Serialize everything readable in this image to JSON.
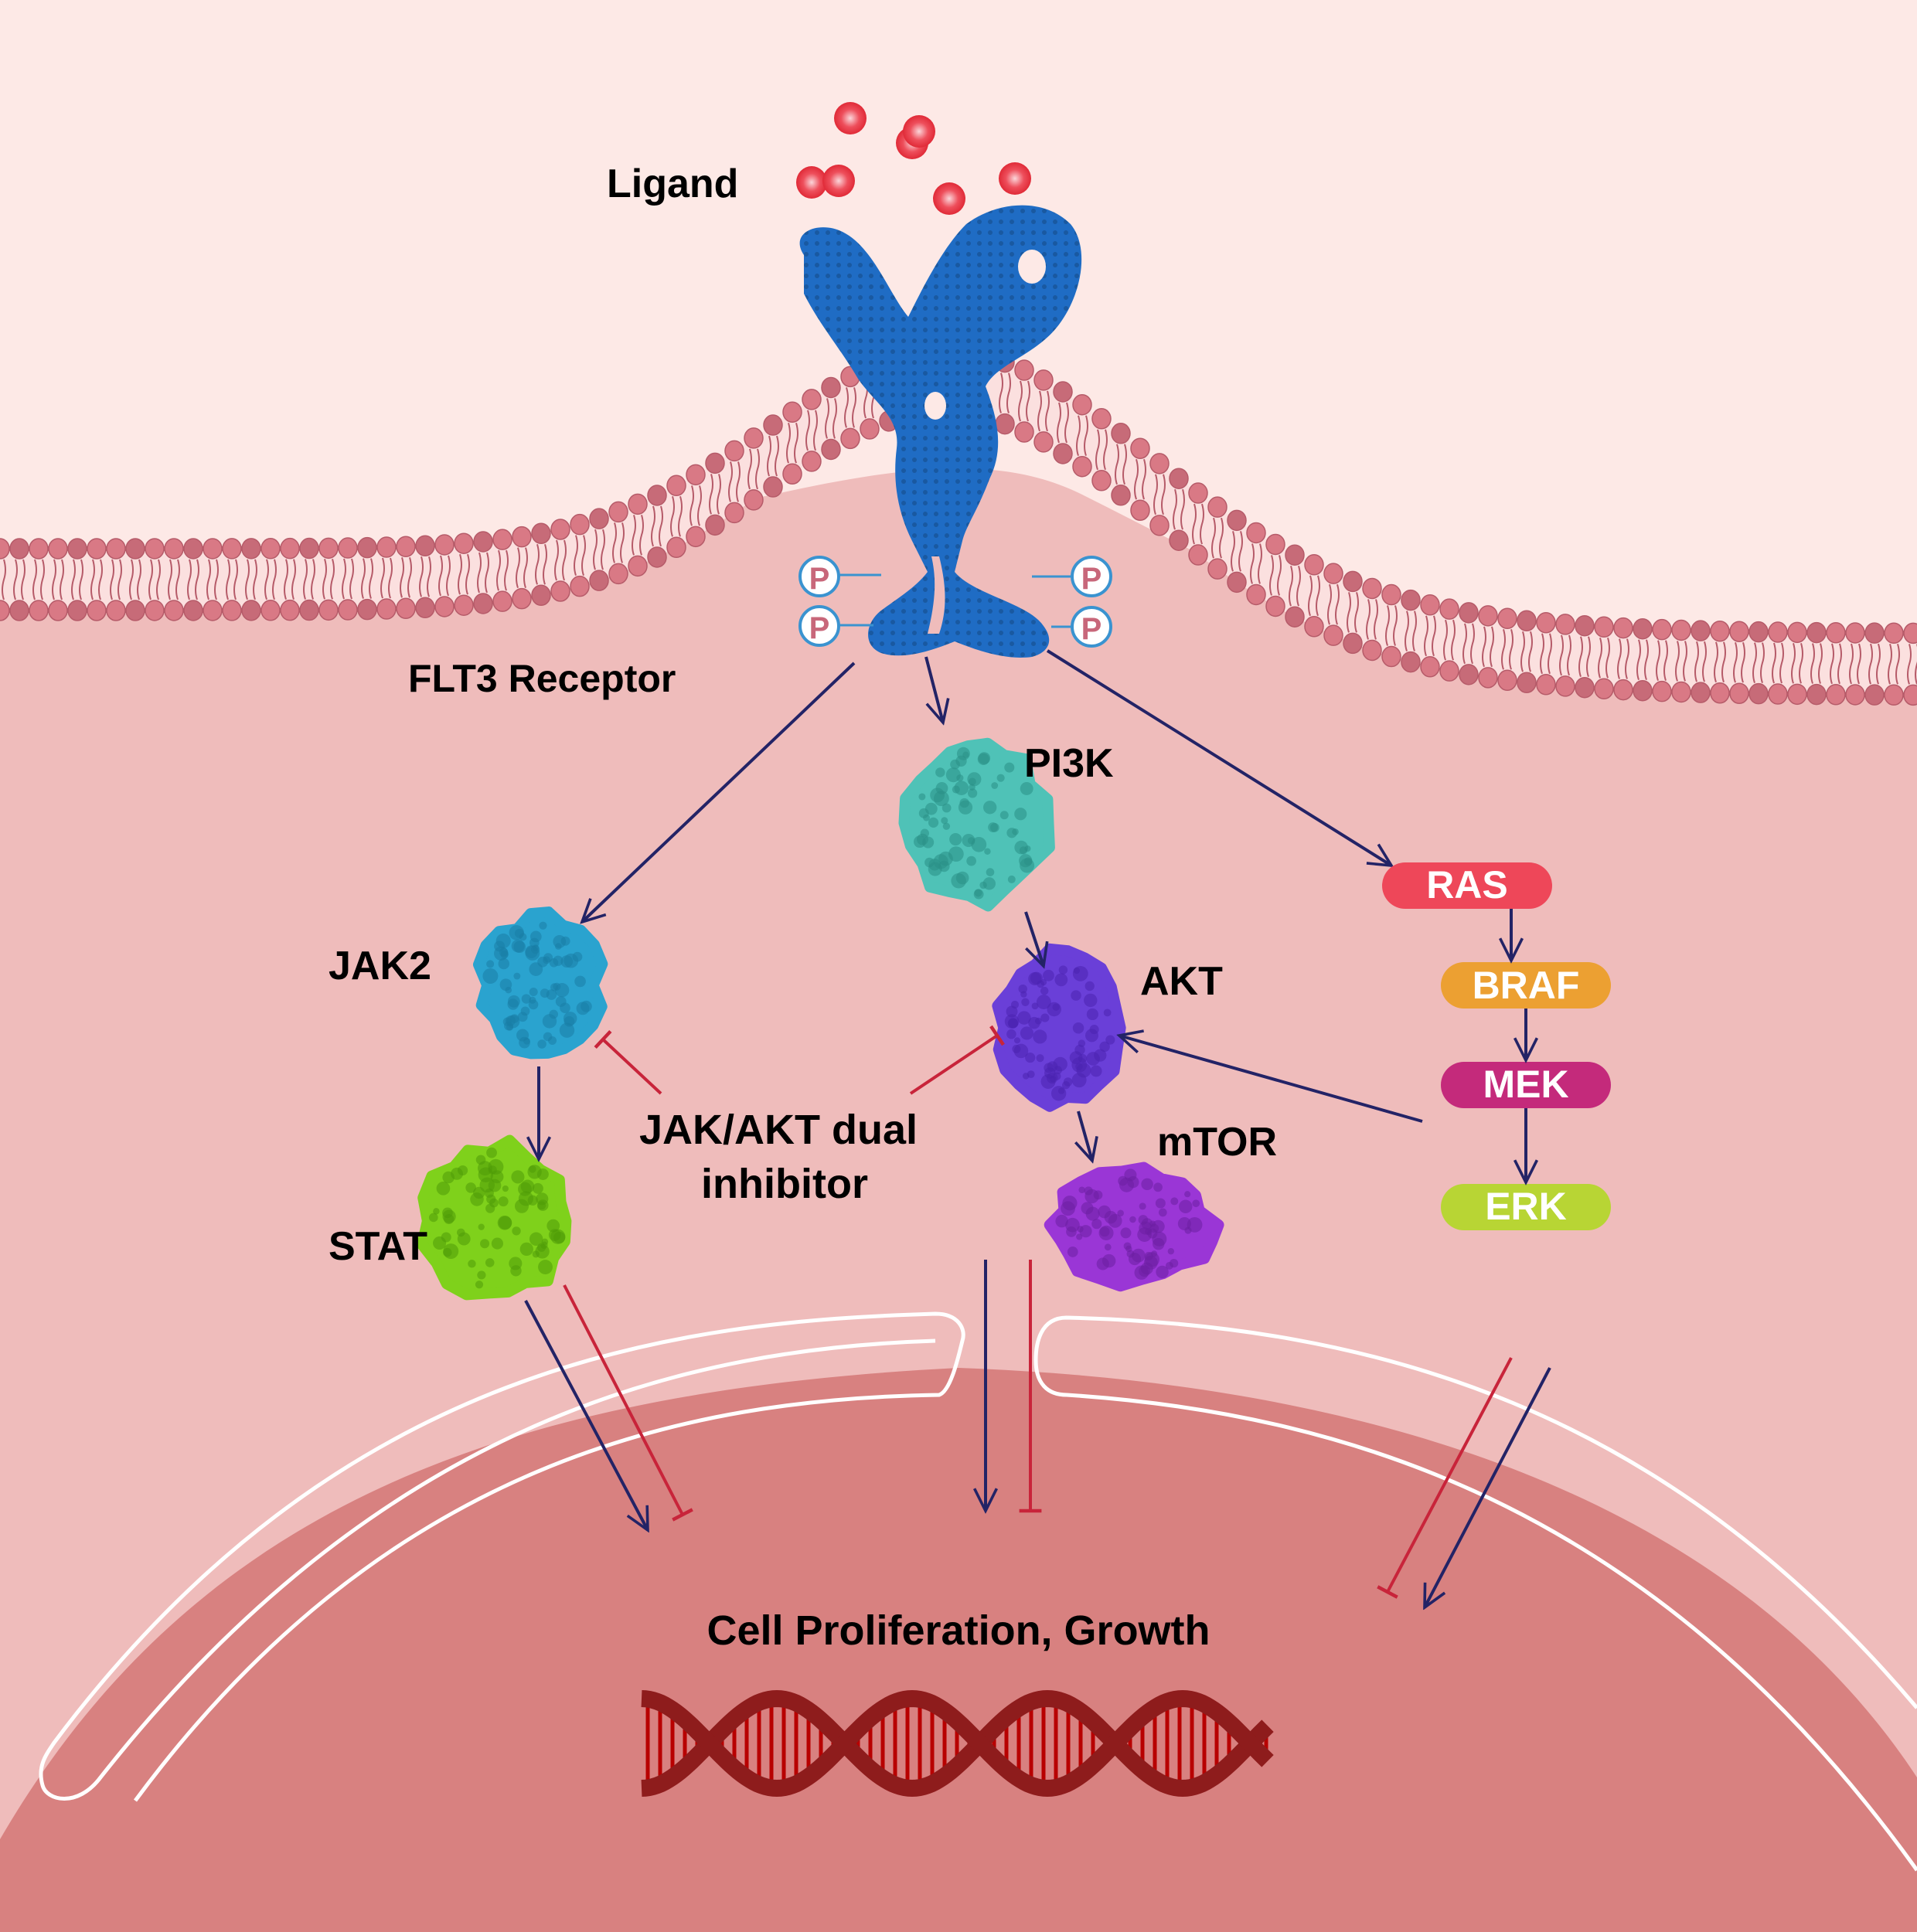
{
  "title": "FLT3 signaling pathway with JAK/AKT dual inhibitor",
  "colors": {
    "extracellular": "#fde9e6",
    "cytoplasm": "#efbcbb",
    "nucleus": "#d88180",
    "membrane_head": "#d97985",
    "membrane_head_dark": "#c76b78",
    "receptor": "#1f6cc4",
    "ligand": "#e8333f",
    "activation_arrow": "#232366",
    "inhibition_arrow": "#c8243a",
    "phospho_ring": "#3a93d0",
    "dna_backbone": "#8e1c1c",
    "dna_rungs": "#b80000"
  },
  "labels": {
    "ligand": "Ligand",
    "receptor": "FLT3 Receptor",
    "pi3k": "PI3K",
    "jak2": "JAK2",
    "akt": "AKT",
    "stat": "STAT",
    "mtor": "mTOR",
    "inhibitor_line1": "JAK/AKT dual",
    "inhibitor_line2": "inhibitor",
    "outcome": "Cell Proliferation, Growth"
  },
  "phospho_label": "P",
  "mapk_cascade": [
    {
      "label": "RAS",
      "color": "#ee4759"
    },
    {
      "label": "BRAF",
      "color": "#eca032"
    },
    {
      "label": "MEK",
      "color": "#c42a7b"
    },
    {
      "label": "ERK",
      "color": "#b8d534"
    }
  ],
  "proteins": {
    "pi3k": {
      "color": "#4fc2b7",
      "shade": "#2a8f86"
    },
    "jak2": {
      "color": "#2aa3cf",
      "shade": "#1a7ea6"
    },
    "akt": {
      "color": "#6a3fd8",
      "shade": "#4a23b0"
    },
    "stat": {
      "color": "#7fd11b",
      "shade": "#4f9a08"
    },
    "mtor": {
      "color": "#9a36d6",
      "shade": "#6b1fa3"
    }
  }
}
